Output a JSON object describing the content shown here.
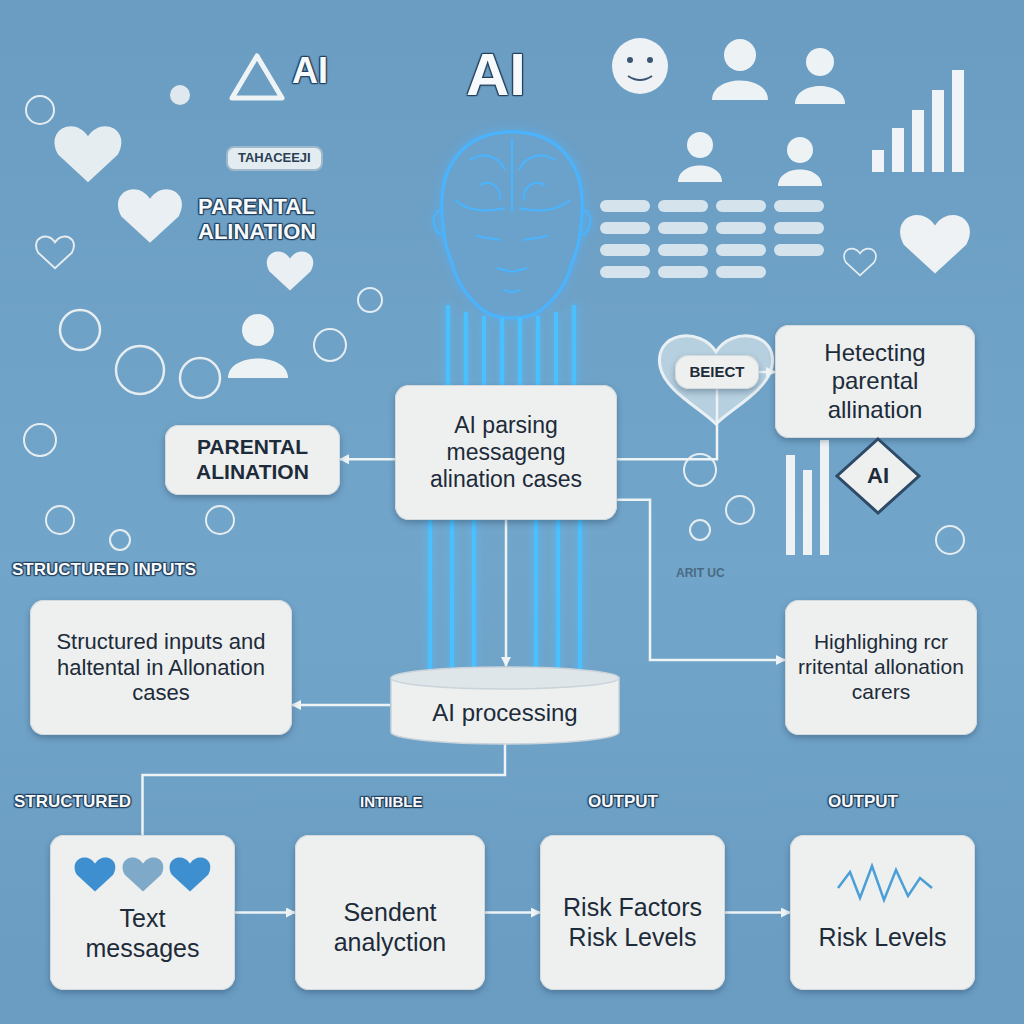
{
  "diagram": {
    "nodes": [
      {
        "text": [
          "Hetecting parental allination"
        ]
      },
      {
        "text": [
          "BEIECT"
        ]
      },
      {
        "text": [
          "AI parsing messageng alination cases"
        ]
      },
      {
        "text": [
          "PARENTAL ALINATION"
        ]
      },
      {
        "text": [
          "AI"
        ]
      },
      {
        "text": [
          "Structured inputs and haltental in Allonation cases"
        ]
      },
      {
        "text": [
          "Highlighing rcr rritental allonation carers"
        ]
      },
      {
        "text": [
          "AI processing"
        ]
      },
      {
        "text": [
          "Text messages"
        ]
      },
      {
        "text": [
          "Sendent analyction"
        ]
      },
      {
        "text": [
          "Risk Factors Risk Levels"
        ]
      },
      {
        "text": [
          "Risk Levels"
        ]
      }
    ],
    "edges": [
      {
        "from": 1,
        "to": 0,
        "arrow": "to"
      },
      {
        "from": 2,
        "to": 1,
        "arrow": "none"
      },
      {
        "from": 2,
        "to": 3,
        "arrow": "to"
      },
      {
        "from": 2,
        "to": 7,
        "arrow": "to"
      },
      {
        "from": 7,
        "to": 5,
        "arrow": "to"
      },
      {
        "from": 2,
        "to": 6,
        "arrow": "to"
      },
      {
        "from": 7,
        "to": 8,
        "arrow": "none"
      },
      {
        "from": 8,
        "to": 9,
        "arrow": "to"
      },
      {
        "from": 9,
        "to": 10,
        "arrow": "to"
      },
      {
        "from": 10,
        "to": 11,
        "arrow": "to"
      }
    ],
    "labels": [
      "AI",
      "AI",
      "TAHACEEJI",
      "PARENTAL ALINATION",
      "STRUCTURED INPUTS",
      "ARIT UC",
      "STRUCTURED",
      "INTIIBLE",
      "OUTPUT",
      "OUTPUT"
    ]
  }
}
